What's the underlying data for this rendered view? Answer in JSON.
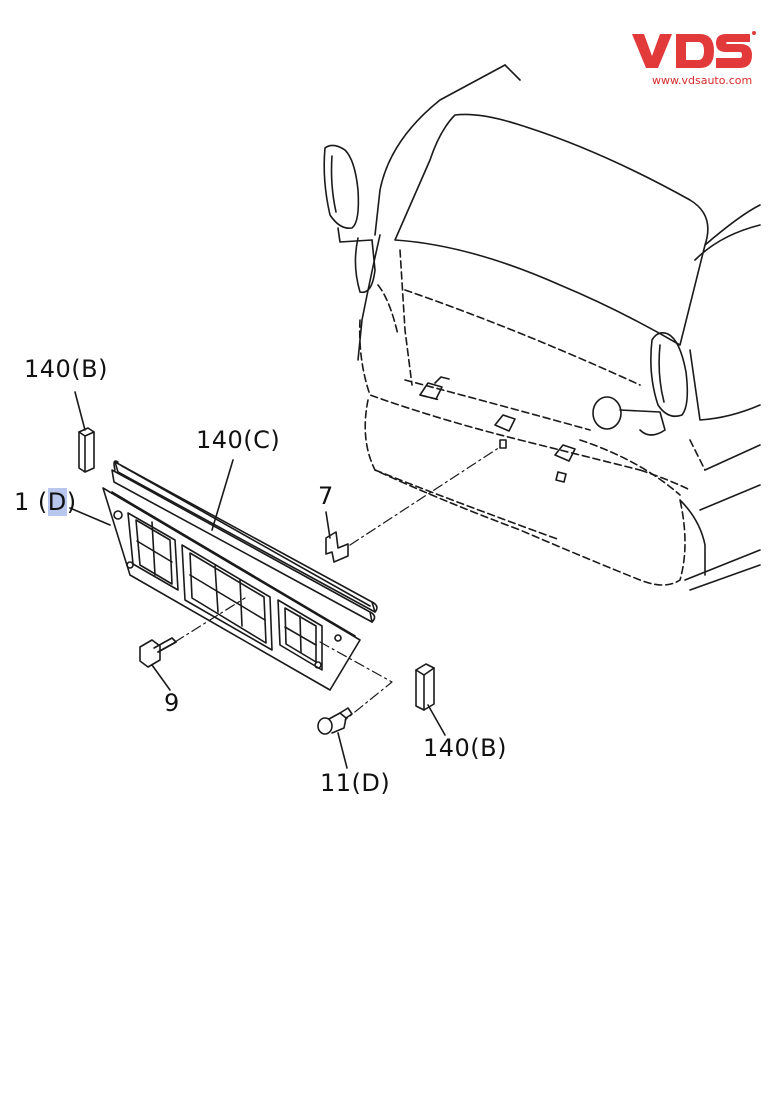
{
  "watermark": {
    "brand": "VDS",
    "url": "www.vdsauto.com",
    "color": "#e23a3a"
  },
  "labels": {
    "b_top": "140(B)",
    "c": "140(C)",
    "one_num": "1",
    "one_paren_open": "(",
    "one_letter": "D",
    "one_paren_close": ")",
    "seven": "7",
    "nine": "9",
    "b_bottom": "140(B)",
    "eleven": "11(D)"
  },
  "highlight_color": "#b9c6ee"
}
